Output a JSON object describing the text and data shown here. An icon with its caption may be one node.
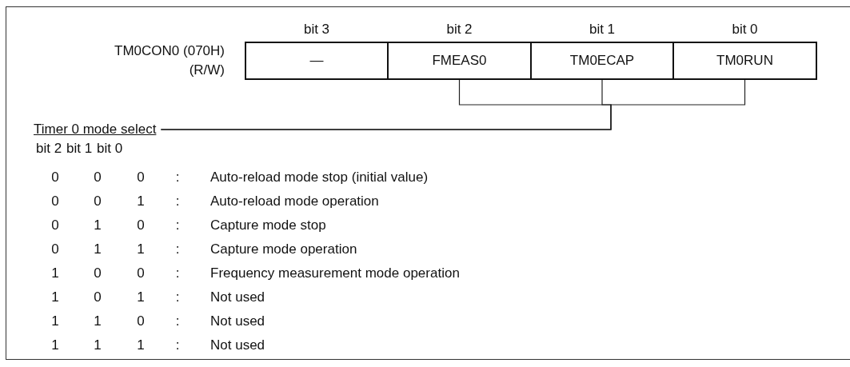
{
  "diagram": {
    "nodes": [
      {
        "text": [
          "—"
        ]
      },
      {
        "text": [
          "FMEAS0"
        ]
      },
      {
        "text": [
          "TM0ECAP"
        ]
      },
      {
        "text": [
          "TM0RUN"
        ]
      },
      {
        "text": [
          "Timer 0 mode select"
        ]
      }
    ],
    "edges": [
      {
        "from": 1,
        "to": 4,
        "arrow": "none"
      },
      {
        "from": 2,
        "to": 4,
        "arrow": "none"
      },
      {
        "from": 3,
        "to": 4,
        "arrow": "none"
      }
    ],
    "labels": [
      "bit 3",
      "bit 2",
      "bit 1",
      "bit 0",
      "TM0CON0 (070H)",
      "(R/W)",
      "bit 2",
      "bit 1",
      "bit 0",
      "0",
      "0",
      "0",
      ":",
      "Auto-reload mode stop (initial value)",
      "0",
      "0",
      "1",
      ":",
      "Auto-reload mode operation",
      "0",
      "1",
      "0",
      ":",
      "Capture mode stop",
      "0",
      "1",
      "1",
      ":",
      "Capture mode operation",
      "1",
      "0",
      "0",
      ":",
      "Frequency measurement mode operation",
      "1",
      "0",
      "1",
      ":",
      "Not used",
      "1",
      "1",
      "0",
      ":",
      "Not used",
      "1",
      "1",
      "1",
      ":",
      "Not used"
    ]
  }
}
